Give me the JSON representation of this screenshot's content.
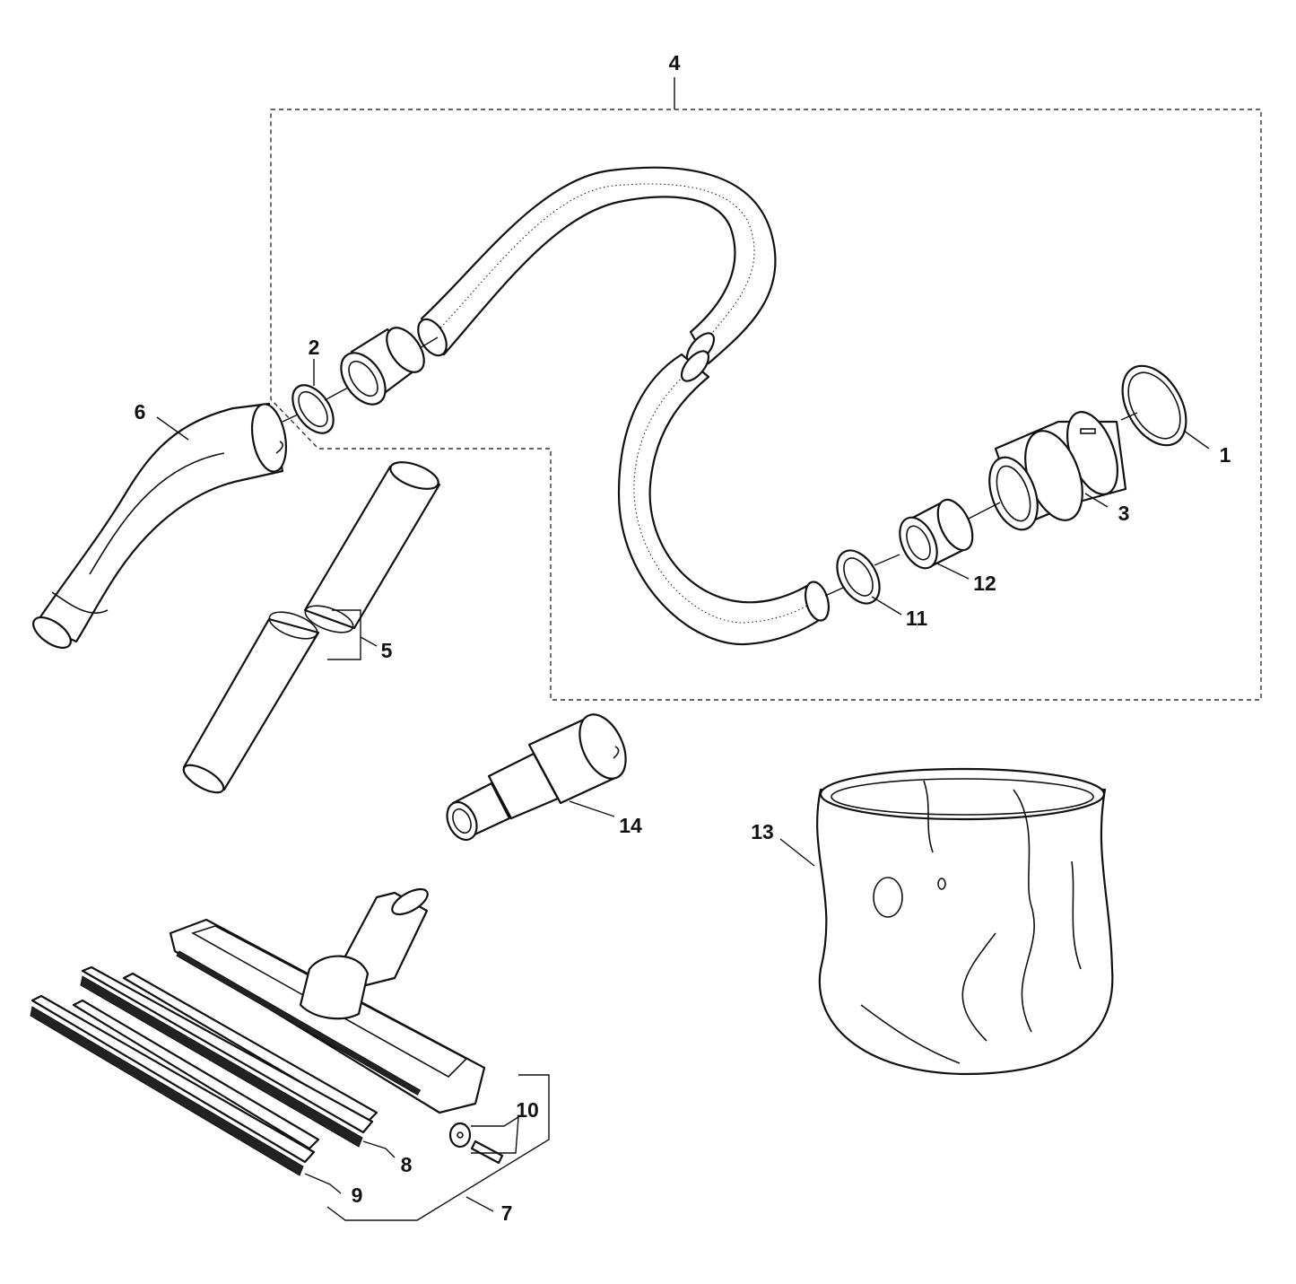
{
  "diagram": {
    "colors": {
      "line": "#111111",
      "background": "#ffffff",
      "group_box": "#333333"
    },
    "callouts": [
      {
        "id": "1",
        "text": "1"
      },
      {
        "id": "2",
        "text": "2"
      },
      {
        "id": "3",
        "text": "3"
      },
      {
        "id": "4",
        "text": "4"
      },
      {
        "id": "5",
        "text": "5"
      },
      {
        "id": "6",
        "text": "6"
      },
      {
        "id": "7",
        "text": "7"
      },
      {
        "id": "8",
        "text": "8"
      },
      {
        "id": "9",
        "text": "9"
      },
      {
        "id": "10",
        "text": "10"
      },
      {
        "id": "11",
        "text": "11"
      },
      {
        "id": "12",
        "text": "12"
      },
      {
        "id": "13",
        "text": "13"
      },
      {
        "id": "14",
        "text": "14"
      }
    ]
  }
}
